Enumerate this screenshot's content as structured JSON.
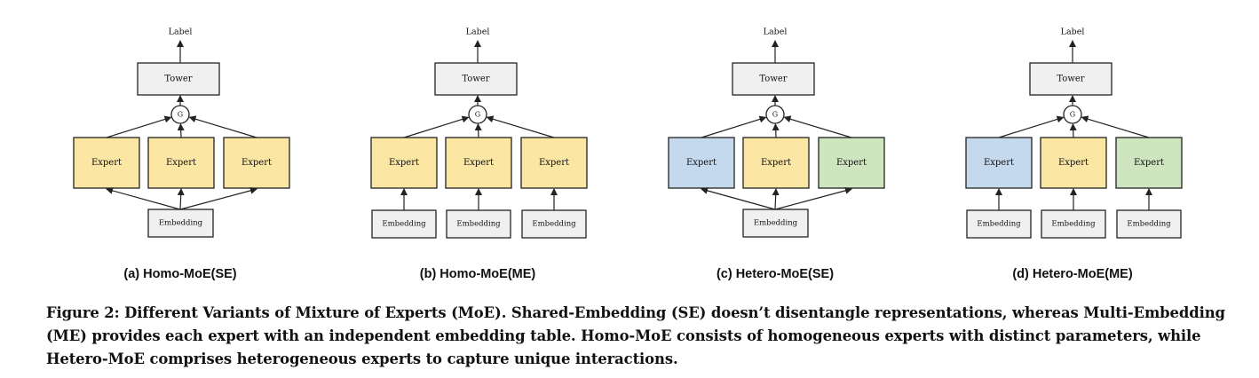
{
  "colors": {
    "yellow": "#fbe7a3",
    "blue": "#c5d9ee",
    "green": "#cfe5c0",
    "gray": "#f0f0f0",
    "stroke": "#222222"
  },
  "panels": [
    {
      "caption": "(a) Homo-MoE(SE)",
      "label": "Label",
      "tower": "Tower",
      "gate": "G",
      "experts": [
        {
          "text": "Expert",
          "color": "yellow"
        },
        {
          "text": "Expert",
          "color": "yellow"
        },
        {
          "text": "Expert",
          "color": "yellow"
        }
      ],
      "embedding_mode": "shared",
      "embeddings": [
        "Embedding"
      ]
    },
    {
      "caption": "(b) Homo-MoE(ME)",
      "label": "Label",
      "tower": "Tower",
      "gate": "G",
      "experts": [
        {
          "text": "Expert",
          "color": "yellow"
        },
        {
          "text": "Expert",
          "color": "yellow"
        },
        {
          "text": "Expert",
          "color": "yellow"
        }
      ],
      "embedding_mode": "multi",
      "embeddings": [
        "Embedding",
        "Embedding",
        "Embedding"
      ]
    },
    {
      "caption": "(c) Hetero-MoE(SE)",
      "label": "Label",
      "tower": "Tower",
      "gate": "G",
      "experts": [
        {
          "text": "Expert",
          "color": "blue"
        },
        {
          "text": "Expert",
          "color": "yellow"
        },
        {
          "text": "Expert",
          "color": "green"
        }
      ],
      "embedding_mode": "shared",
      "embeddings": [
        "Embedding"
      ]
    },
    {
      "caption": "(d) Hetero-MoE(ME)",
      "label": "Label",
      "tower": "Tower",
      "gate": "G",
      "experts": [
        {
          "text": "Expert",
          "color": "blue"
        },
        {
          "text": "Expert",
          "color": "yellow"
        },
        {
          "text": "Expert",
          "color": "green"
        }
      ],
      "embedding_mode": "multi",
      "embeddings": [
        "Embedding",
        "Embedding",
        "Embedding"
      ]
    }
  ],
  "caption": "Figure 2: Different Variants of Mixture of Experts (MoE). Shared-Embedding (SE) doesn’t disentangle representations, whereas Multi-Embedding (ME) provides each expert with an independent embedding table. Homo-MoE consists of homogeneous experts with distinct parameters, while Hetero-MoE comprises heterogeneous experts to capture unique interactions."
}
